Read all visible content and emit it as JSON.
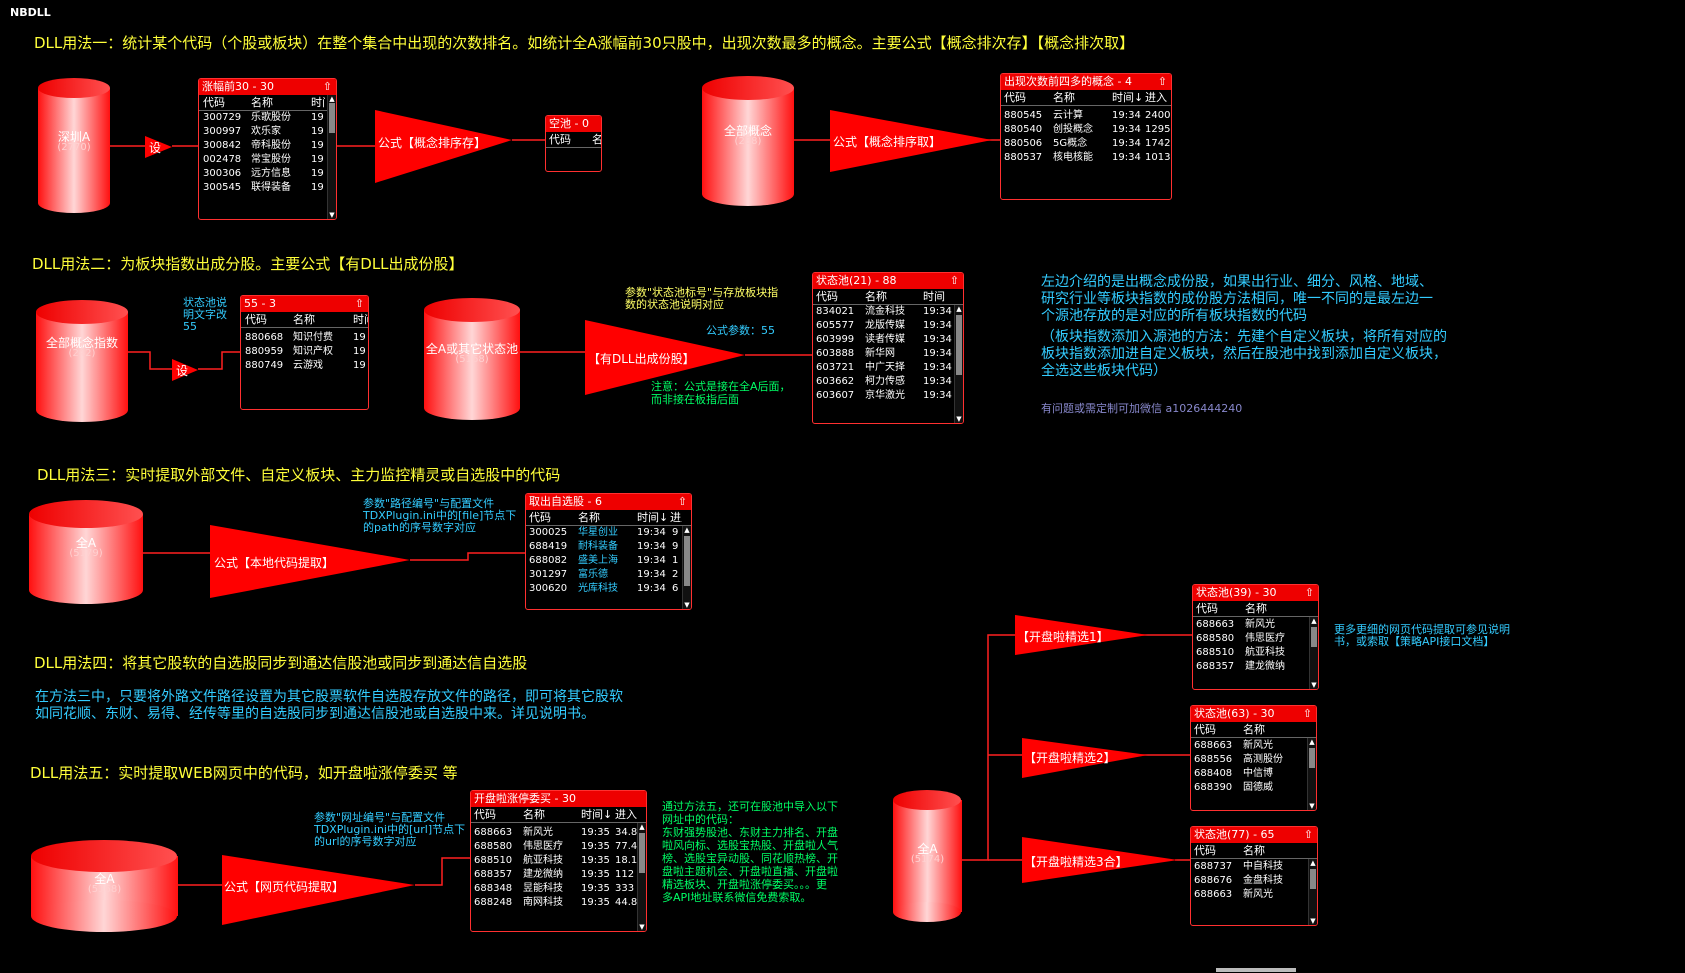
{
  "window_title": "NBDLL",
  "sections": {
    "s1": "DLL用法一：统计某个代码（个股或板块）在整个集合中出现的次数排名。如统计全A涨幅前30只股中，出现次数最多的概念。主要公式【概念排次存】【概念排次取】",
    "s2": "DLL用法二：为板块指数出成分股。主要公式【有DLL出成份股】",
    "s3": "DLL用法三：实时提取外部文件、自定义板块、主力监控精灵或自选股中的代码",
    "s4": "DLL用法四：将其它股软的自选股同步到通达信股池或同步到通达信自选股",
    "s5": "DLL用法五：实时提取WEB网页中的代码，如开盘啦涨停委买 等"
  },
  "cylinders": {
    "c1": {
      "name": "深圳A",
      "count": "(2770)"
    },
    "c2": {
      "name": "全部概念",
      "count": "(238)"
    },
    "c3": {
      "name": "全部概念指数",
      "count": "(242)"
    },
    "c4": {
      "name": "全A或其它状态池",
      "count": "(5168)"
    },
    "c5": {
      "name": "全A",
      "count": "(5179)"
    },
    "c6": {
      "name": "全A",
      "count": "(5168)"
    },
    "c7": {
      "name": "全A",
      "count": "(5174)"
    }
  },
  "arrows": {
    "set1": "设",
    "set2": "设",
    "f1": "公式【概念排序存】",
    "f2": "公式【概念排序取】",
    "f3": "【有DLL出成份股】",
    "f4": "公式【本地代码提取】",
    "f5": "公式【网页代码提取】",
    "k1": "【开盘啦精选1】",
    "k2": "【开盘啦精选2】",
    "k3": "【开盘啦精选3合】"
  },
  "headers": {
    "code": "代码",
    "name": "名称",
    "time": "时间",
    "time_short": "时",
    "time_arrow": "时间↓",
    "in": "进入"
  },
  "windows": {
    "w1": {
      "title": "涨幅前30 - 30",
      "rows": [
        {
          "code": "300729",
          "name": "乐歌股份",
          "time": "19"
        },
        {
          "code": "300997",
          "name": "欢乐家",
          "time": "19"
        },
        {
          "code": "300842",
          "name": "帝科股份",
          "time": "19"
        },
        {
          "code": "002478",
          "name": "常宝股份",
          "time": "19"
        },
        {
          "code": "300306",
          "name": "远方信息",
          "time": "19"
        },
        {
          "code": "300545",
          "name": "联得装备",
          "time": "19"
        }
      ]
    },
    "w2": {
      "title": "空池 - 0",
      "name_frag": "名"
    },
    "w3": {
      "title": "出现次数前四多的概念 - 4",
      "rows": [
        {
          "code": "880545",
          "name": "云计算",
          "time": "19:34",
          "in": "2400"
        },
        {
          "code": "880540",
          "name": "创投概念",
          "time": "19:34",
          "in": "1295"
        },
        {
          "code": "880506",
          "name": "5G概念",
          "time": "19:34",
          "in": "1742"
        },
        {
          "code": "880537",
          "name": "核电核能",
          "time": "19:34",
          "in": "1013"
        }
      ]
    },
    "w4": {
      "title": "55 - 3",
      "rows": [
        {
          "code": "880668",
          "name": "知识付费",
          "time": "19"
        },
        {
          "code": "880959",
          "name": "知识产权",
          "time": "19"
        },
        {
          "code": "880749",
          "name": "云游戏",
          "time": "19"
        }
      ]
    },
    "w5": {
      "title": "状态池(21) - 88",
      "rows": [
        {
          "code": "834021",
          "name": "流金科技",
          "time": "19:34"
        },
        {
          "code": "605577",
          "name": "龙版传媒",
          "time": "19:34"
        },
        {
          "code": "603999",
          "name": "读者传媒",
          "time": "19:34"
        },
        {
          "code": "603888",
          "name": "新华网",
          "time": "19:34"
        },
        {
          "code": "603721",
          "name": "中广天择",
          "time": "19:34"
        },
        {
          "code": "603662",
          "name": "柯力传感",
          "time": "19:34"
        },
        {
          "code": "603607",
          "name": "京华激光",
          "time": "19:34"
        }
      ]
    },
    "w6": {
      "title": "取出自选股 - 6",
      "rows": [
        {
          "code": "300025",
          "name": "华星创业",
          "time": "19:34",
          "in": "9"
        },
        {
          "code": "688419",
          "name": "耐科装备",
          "time": "19:34",
          "in": "9"
        },
        {
          "code": "688082",
          "name": "盛美上海",
          "time": "19:34",
          "in": "1"
        },
        {
          "code": "301297",
          "name": "富乐德",
          "time": "19:34",
          "in": "2"
        },
        {
          "code": "300620",
          "name": "光库科技",
          "time": "19:34",
          "in": "6"
        }
      ]
    },
    "w7": {
      "title": "开盘啦涨停委买 - 30",
      "rows": [
        {
          "code": "688663",
          "name": "新风光",
          "time": "19:35",
          "in": "34.8"
        },
        {
          "code": "688580",
          "name": "伟思医疗",
          "time": "19:35",
          "in": "77.4"
        },
        {
          "code": "688510",
          "name": "航亚科技",
          "time": "19:35",
          "in": "18.1"
        },
        {
          "code": "688357",
          "name": "建龙微纳",
          "time": "19:35",
          "in": "112"
        },
        {
          "code": "688348",
          "name": "昱能科技",
          "time": "19:35",
          "in": "333"
        },
        {
          "code": "688248",
          "name": "南网科技",
          "time": "19:35",
          "in": "44.8"
        }
      ]
    },
    "w8": {
      "title": "状态池(39) - 30",
      "rows": [
        {
          "code": "688663",
          "name": "新风光"
        },
        {
          "code": "688580",
          "name": "伟思医疗"
        },
        {
          "code": "688510",
          "name": "航亚科技"
        },
        {
          "code": "688357",
          "name": "建龙微纳"
        }
      ]
    },
    "w9": {
      "title": "状态池(63) - 30",
      "rows": [
        {
          "code": "688663",
          "name": "新风光"
        },
        {
          "code": "688556",
          "name": "高测股份"
        },
        {
          "code": "688408",
          "name": "中信博"
        },
        {
          "code": "688390",
          "name": "固德威"
        }
      ]
    },
    "w10": {
      "title": "状态池(77) - 65",
      "rows": [
        {
          "code": "688737",
          "name": "中自科技"
        },
        {
          "code": "688676",
          "name": "金盘科技"
        },
        {
          "code": "688663",
          "name": "新风光"
        }
      ]
    }
  },
  "notes": {
    "pool_desc_1": "状态池说",
    "pool_desc_2": "明文字改",
    "pool_desc_3": "55",
    "param_pool_1": "参数\"状态池标号\"与存放板块指",
    "param_pool_2": "数的状态池说明对应",
    "formula_param": "公式参数：55",
    "attention_1": "注意：公式是接在全A后面，",
    "attention_2": "而非接在板指后面",
    "right_1": "左边介绍的是出概念成份股，如果出行业、细分、风格、地域、",
    "right_2": "研究行业等板块指数的成份股方法相同，唯一不同的是最左边一",
    "right_3": "个源池存放的是对应的所有板块指数的代码",
    "right_4": "（板块指数添加入源池的方法：先建个自定义板块，将所有对应的",
    "right_5": "板块指数添加进自定义板块，然后在股池中找到添加自定义板块，",
    "right_6": "全选这些板块代码）",
    "wechat": "有问题或需定制可加微信 a1026444240",
    "path_1": "参数\"路径编号\"与配置文件",
    "path_2": "TDXPlugin.ini中的[file]节点下",
    "path_3": "的path的序号数字对应",
    "m4_1": "在方法三中，只要将外路文件路径设置为其它股票软件自选股存放文件的路径，即可将其它股软",
    "m4_2": "如同花顺、东财、易得、经传等里的自选股同步到通达信股池或自选股中来。详见说明书。",
    "url_1": "参数\"网址编号\"与配置文件",
    "url_2": "TDXPlugin.ini中的[url]节点下",
    "url_3": "的url的序号数字对应",
    "g1": "通过方法五，还可在股池中导入以下",
    "g2": "网址中的代码：",
    "g3": "东财强势股池、东财主力排名、开盘",
    "g4": "啦风向标、选股宝热股、开盘啦人气",
    "g5": "榜、选股宝异动股、同花顺热榜、开",
    "g6": "盘啦主题机会、开盘啦直播、开盘啦",
    "g7": "精选板块、开盘啦涨停委买。。。更",
    "g8": "多API地址联系微信免费索取。",
    "more_1": "更多更细的网页代码提取可参见说明",
    "more_2": "书，或索取【策略API接口文档】"
  },
  "colors": {
    "accent_red": "#ee0000",
    "section_yellow": "#ffff3a",
    "note_cyan": "#33ccff",
    "note_green": "#00ff66",
    "background": "#000000"
  }
}
